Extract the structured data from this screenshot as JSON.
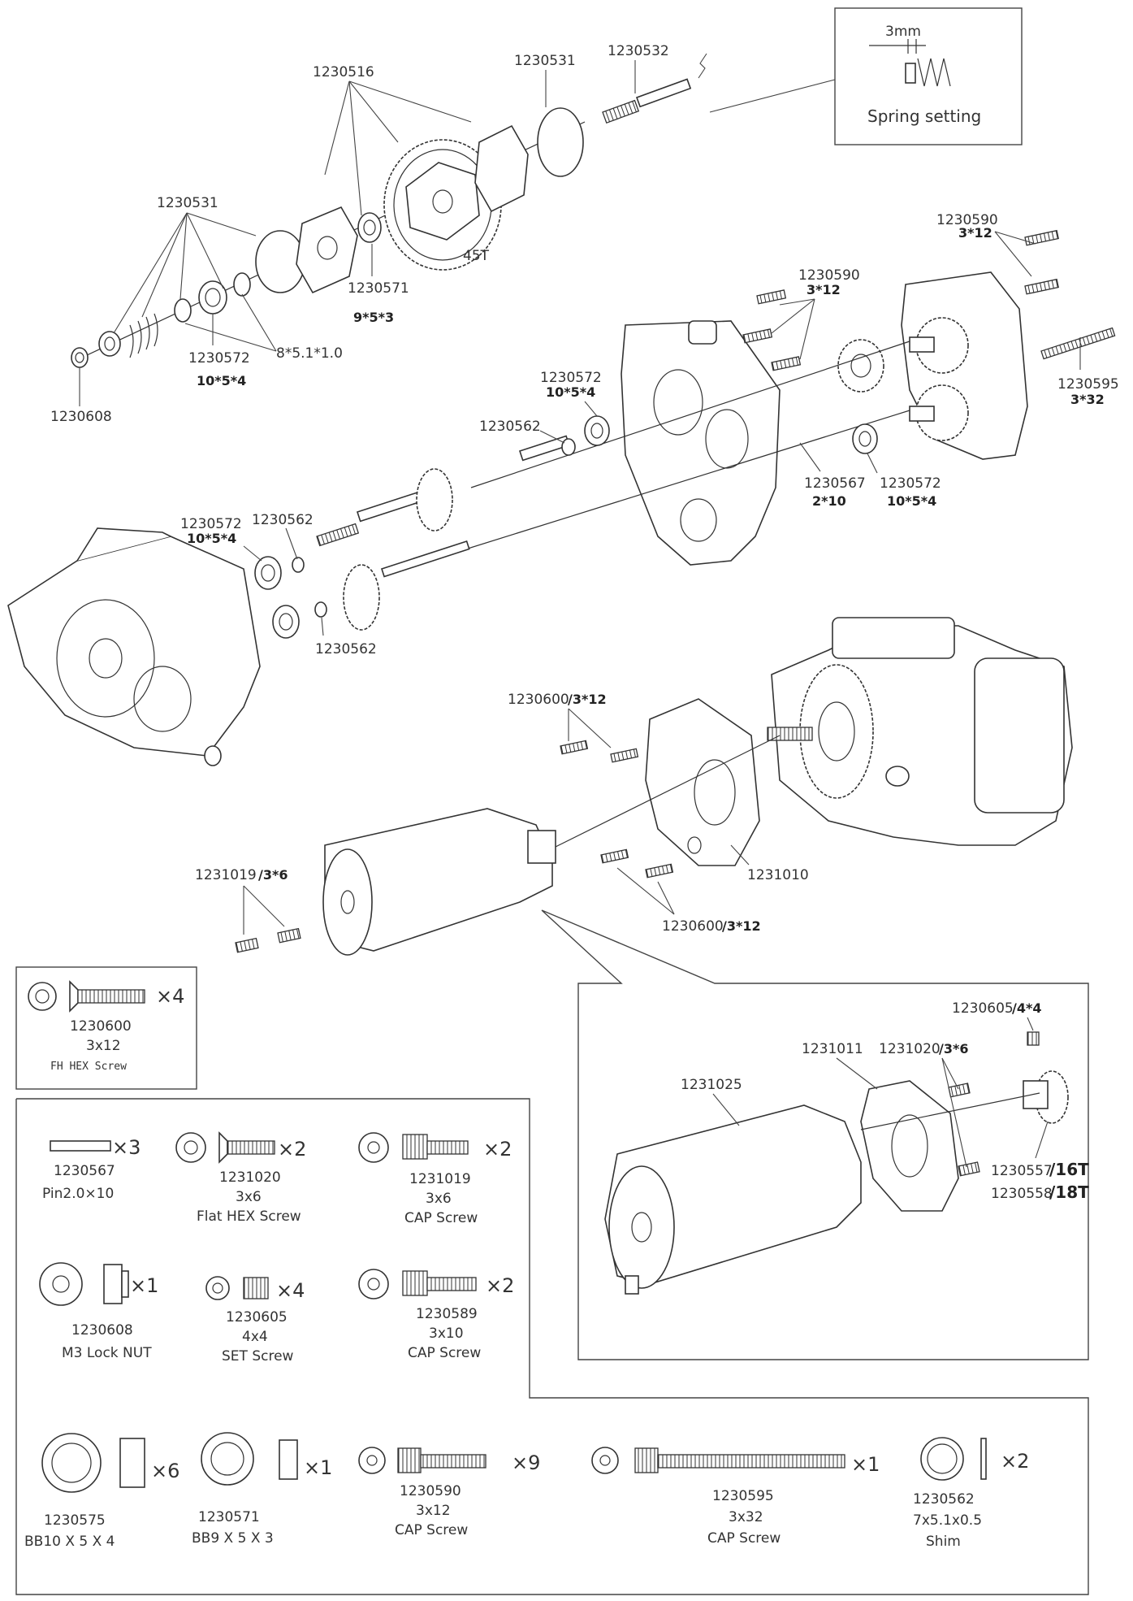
{
  "callouts": {
    "c1230516": "1230516",
    "c1230531_top": "1230531",
    "c1230532": "1230532",
    "c1230531_left": "1230531",
    "c1230571": "1230571",
    "c1230571_size": "9*5*3",
    "c45t": "45T",
    "c1230572_a": "1230572",
    "c1230572_a_size": "10*5*4",
    "c_shim_size": "8*5.1*1.0",
    "c1230608": "1230608",
    "c1230590_a": "1230590",
    "c1230590_a_size": "3*12",
    "c1230590_b": "1230590",
    "c1230590_b_size": "3*12",
    "c1230595": "1230595",
    "c1230595_size": "3*32",
    "c1230572_b": "1230572",
    "c1230572_b_size": "10*5*4",
    "c1230562_a": "1230562",
    "c1230567": "1230567",
    "c1230567_size": "2*10",
    "c1230572_c": "1230572",
    "c1230572_c_size": "10*5*4",
    "c1230572_d": "1230572",
    "c1230572_d_size": "10*5*4",
    "c1230562_b": "1230562",
    "c1230562_c": "1230562",
    "c1230600_a": "1230600",
    "c1230600_a_size": "/3*12",
    "c1231019": "1231019",
    "c1231019_size": "/3*6",
    "c1231010": "1231010",
    "c1230600_b": "1230600",
    "c1230600_b_size": "/3*12"
  },
  "spring_box": {
    "dimension": "3mm",
    "caption": "Spring setting"
  },
  "motor_detail": {
    "c1230605": "1230605",
    "c1230605_size": "/4*4",
    "c1231011": "1231011",
    "c1231020": "1231020",
    "c1231020_size": "/3*6",
    "c1231025": "1231025",
    "c1230557": "1230557",
    "c1230557_teeth": "/16T",
    "c1230558": "1230558",
    "c1230558_teeth": "/18T"
  },
  "hw_single": {
    "qty": "×4",
    "part": "1230600",
    "size": "3x12",
    "desc": "FH HEX Screw"
  },
  "hardware": [
    {
      "qty": "×3",
      "part": "1230567",
      "size": "Pin2.0×10",
      "desc": ""
    },
    {
      "qty": "×2",
      "part": "1231020",
      "size": "3x6",
      "desc": "Flat HEX Screw"
    },
    {
      "qty": "×2",
      "part": "1231019",
      "size": "3x6",
      "desc": "CAP Screw"
    },
    {
      "qty": "×1",
      "part": "1230608",
      "size": "M3 Lock NUT",
      "desc": ""
    },
    {
      "qty": "×4",
      "part": "1230605",
      "size": "4x4",
      "desc": "SET Screw"
    },
    {
      "qty": "×2",
      "part": "1230589",
      "size": "3x10",
      "desc": "CAP Screw"
    },
    {
      "qty": "×6",
      "part": "1230575",
      "size": "BB10 X 5 X 4",
      "desc": ""
    },
    {
      "qty": "×1",
      "part": "1230571",
      "size": "BB9 X 5 X 3",
      "desc": ""
    },
    {
      "qty": "×9",
      "part": "1230590",
      "size": "3x12",
      "desc": "CAP Screw"
    },
    {
      "qty": "×1",
      "part": "1230595",
      "size": "3x32",
      "desc": "CAP Screw"
    },
    {
      "qty": "×2",
      "part": "1230562",
      "size": "7x5.1x0.5",
      "desc": "Shim"
    }
  ]
}
